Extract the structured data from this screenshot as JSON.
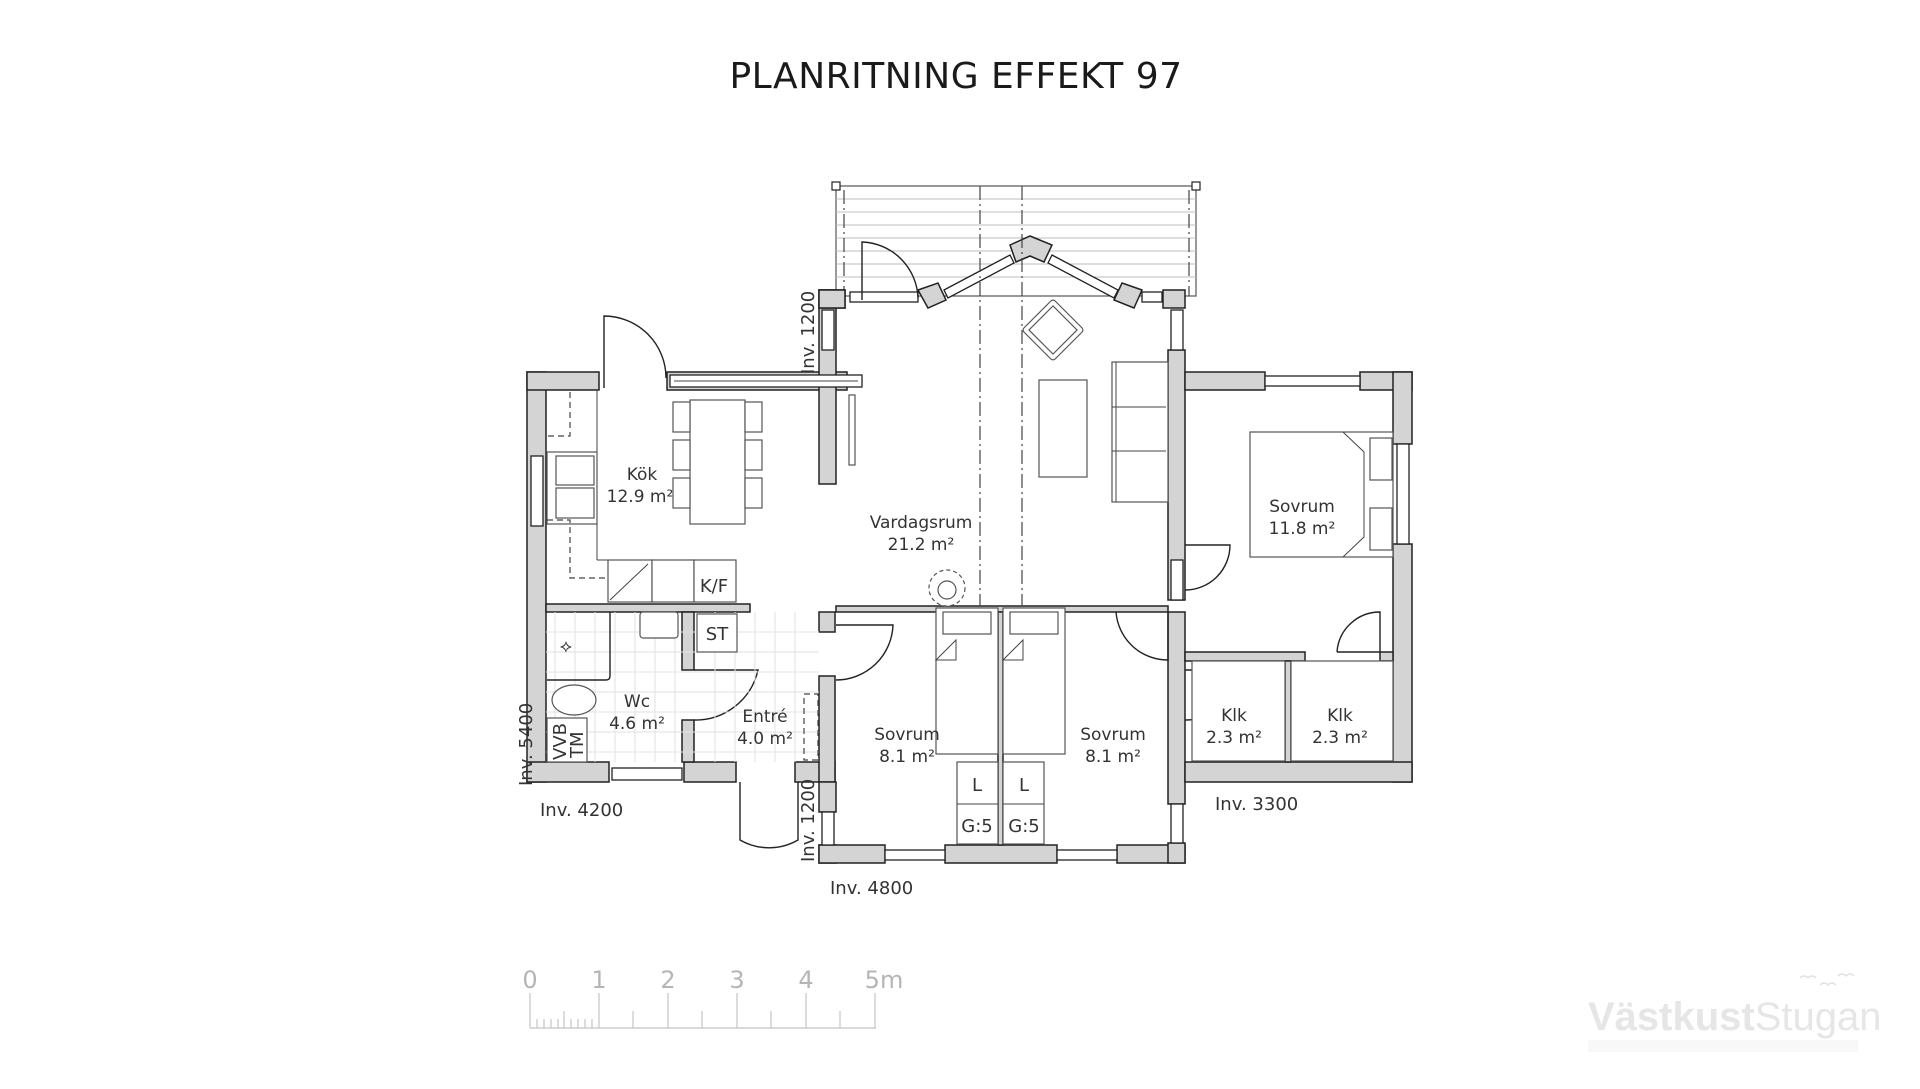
{
  "header": {
    "title": "PLANRITNING EFFEKT 97"
  },
  "rooms": {
    "kok": {
      "name": "Kök",
      "area": "12.9 m²"
    },
    "vardagsrum": {
      "name": "Vardagsrum",
      "area": "21.2 m²"
    },
    "sovrum_master": {
      "name": "Sovrum",
      "area": "11.8 m²"
    },
    "wc": {
      "name": "Wc",
      "area": "4.6 m²"
    },
    "entre": {
      "name": "Entré",
      "area": "4.0 m²"
    },
    "sovrum_1": {
      "name": "Sovrum",
      "area": "8.1 m²"
    },
    "sovrum_2": {
      "name": "Sovrum",
      "area": "8.1 m²"
    },
    "klk_1": {
      "name": "Klk",
      "area": "2.3 m²"
    },
    "klk_2": {
      "name": "Klk",
      "area": "2.3 m²"
    }
  },
  "fixtures": {
    "fridge_freezer": "K/F",
    "storage": "ST",
    "water_heater": "VVB",
    "dryer": "TM",
    "wardrobe_1_l": "L",
    "wardrobe_1_g": "G:5",
    "wardrobe_2_l": "L",
    "wardrobe_2_g": "G:5"
  },
  "dimensions": {
    "left_height": "Inv. 5400",
    "left_width": "Inv. 4200",
    "top_inset": "Inv. 1200",
    "bottom_inset": "Inv. 1200",
    "middle_width": "Inv. 4800",
    "right_width": "Inv. 3300"
  },
  "scale_bar": {
    "labels": [
      "0",
      "1",
      "2",
      "3",
      "4",
      "5m"
    ],
    "unit": "m",
    "color": "#b5b5b5"
  },
  "logo": {
    "bold": "Västkust",
    "regular": "Stugan",
    "color": "#e6e6e6"
  },
  "colors": {
    "wall_fill": "#d4d4d4",
    "line": "#222222",
    "background": "#ffffff"
  }
}
